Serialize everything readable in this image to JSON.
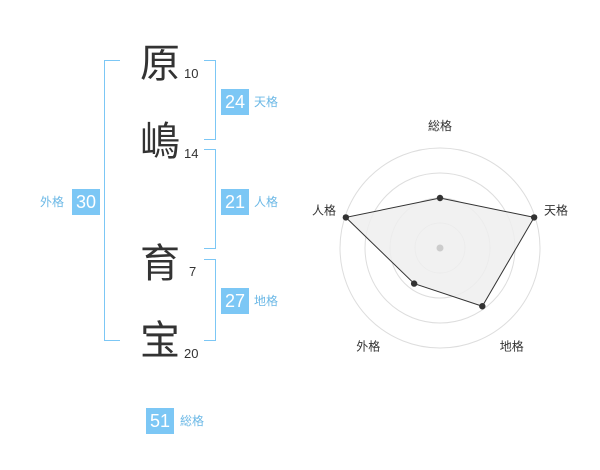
{
  "name": {
    "chars": [
      {
        "char": "原",
        "strokes": "10"
      },
      {
        "char": "嶋",
        "strokes": "14"
      },
      {
        "char": "育",
        "strokes": "7"
      },
      {
        "char": "宝",
        "strokes": "20"
      }
    ]
  },
  "fortunes": {
    "tenkaku": {
      "value": "24",
      "label": "天格"
    },
    "jinkaku": {
      "value": "21",
      "label": "人格"
    },
    "chikaku": {
      "value": "27",
      "label": "地格"
    },
    "gaikaku": {
      "value": "30",
      "label": "外格"
    },
    "soukaku": {
      "value": "51",
      "label": "総格"
    }
  },
  "radar": {
    "axes": [
      "総格",
      "天格",
      "地格",
      "外格",
      "人格"
    ],
    "values": [
      0.5,
      0.99,
      0.72,
      0.44,
      0.99
    ],
    "rings": 4,
    "colors": {
      "grid": "#dddddd",
      "fill": "#eeeeee",
      "stroke": "#333333",
      "point": "#333333",
      "center": "#cccccc"
    }
  }
}
